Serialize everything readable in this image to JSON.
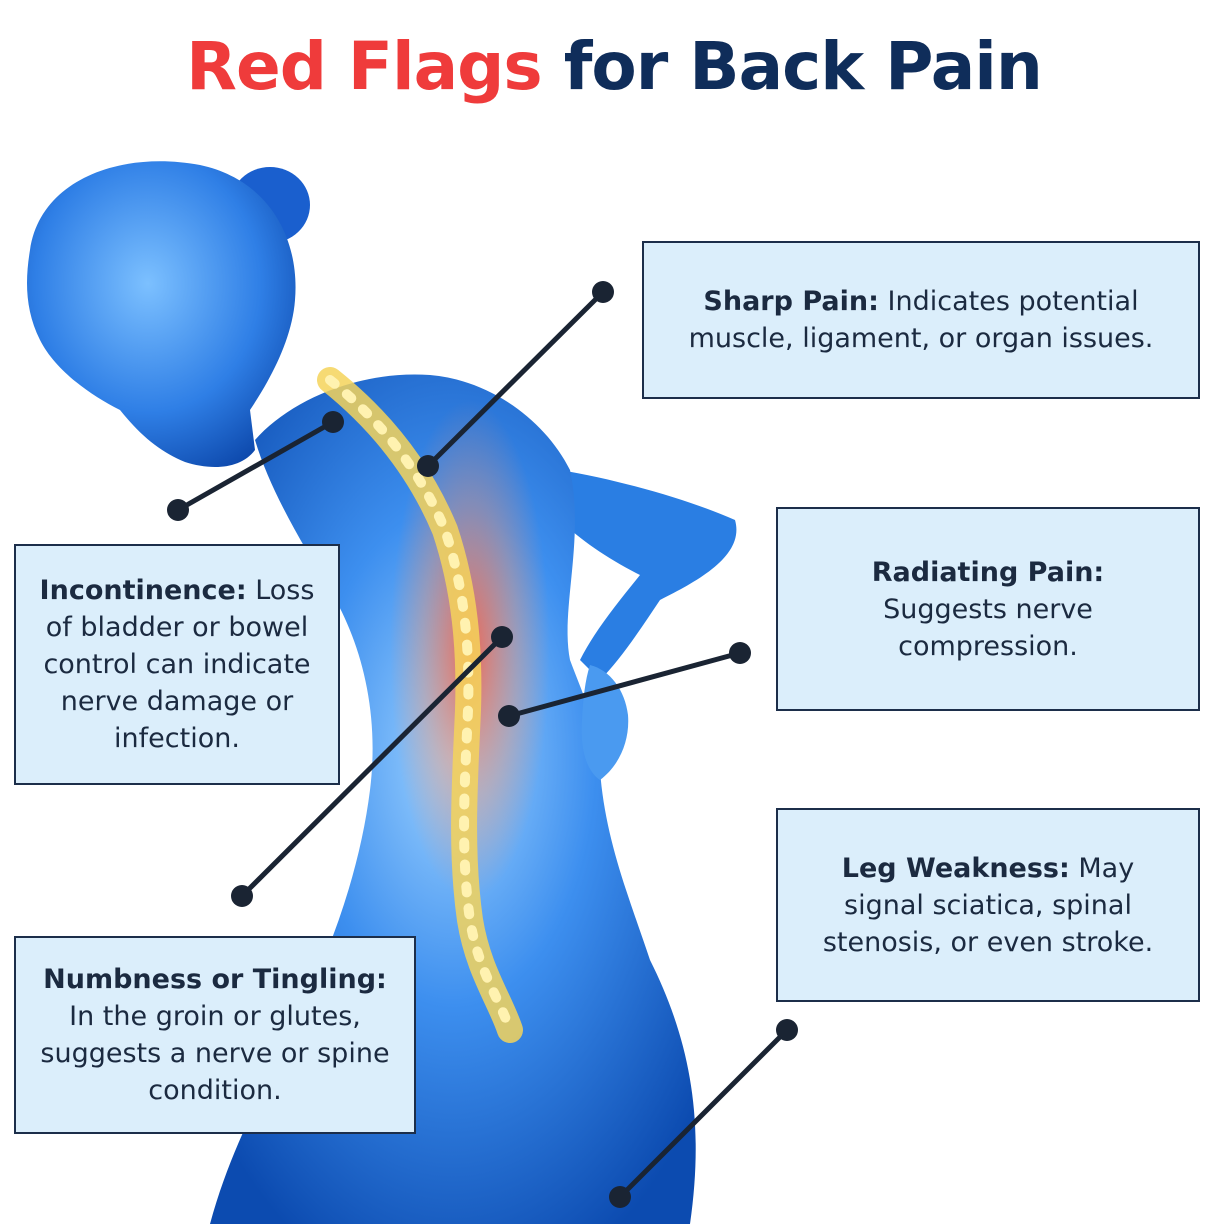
{
  "title": {
    "part1": "Red Flags",
    "part2": "for Back Pain",
    "color_red": "#ef3b3b",
    "color_navy": "#0f2d5a"
  },
  "illustration": {
    "subject": "human figure holding lower back with highlighted spine",
    "body_color": "#1e6fd9",
    "spine_color": "#f3d35b",
    "inflammation_color": "#ff6a4a"
  },
  "callouts": {
    "sharp_pain": {
      "label": "Sharp Pain:",
      "text": "Indicates potential muscle, ligament, or organ issues."
    },
    "radiating_pain": {
      "label": "Radiating Pain:",
      "text": "Suggests nerve compression."
    },
    "incontinence": {
      "label": "Incontinence:",
      "text": "Loss of bladder or bowel control can indicate nerve damage or infection."
    },
    "leg_weakness": {
      "label": "Leg Weakness:",
      "text": "May signal sciatica, spinal stenosis, or even stroke."
    },
    "numbness": {
      "label": "Numbness or Tingling:",
      "text": "In the groin or glutes, suggests a nerve or spine condition."
    }
  }
}
